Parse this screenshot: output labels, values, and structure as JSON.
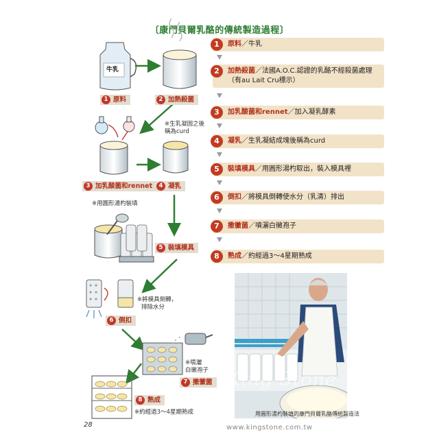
{
  "title": "〔康門貝爾乳酪的傳統製造過程〕",
  "labels": {
    "l1": {
      "n": "1",
      "t": "原料"
    },
    "l2": {
      "n": "2",
      "t": "加熱殺菌"
    },
    "l3": {
      "n": "3",
      "t": "加乳酸菌和rennet"
    },
    "l4": {
      "n": "4",
      "t": "凝乳"
    },
    "l5": {
      "n": "5",
      "t": "裝填模具"
    },
    "l6": {
      "n": "6",
      "t": "倒扣"
    },
    "l7": {
      "n": "7",
      "t": "撒黴菌"
    },
    "l8": {
      "n": "8",
      "t": "熟成"
    }
  },
  "milk_jug_text": "牛乳",
  "notes": {
    "curd_1": "※生乳凝固之後",
    "curd_2": "稱為curd",
    "ladle": "※用圓形湯杓裝填",
    "invert_1": "※將模具倒轉，",
    "invert_2": "排除水分",
    "spray_1": "※噴灑",
    "spray_2": "白黴孢子",
    "age": "※約經過3～4星期熟成"
  },
  "steps": [
    {
      "num": "1",
      "head": "原料",
      "text": "／牛乳"
    },
    {
      "num": "2",
      "head": "加熱殺菌",
      "text": "／法國A.O.C.認證的乳酪不經殺菌處理（有au Lait Cru標示）"
    },
    {
      "num": "3",
      "head": "加乳酸菌和rennet",
      "text": "／加入凝乳酵素"
    },
    {
      "num": "4",
      "head": "凝乳",
      "text": "／生乳凝結成塊後稱為curd"
    },
    {
      "num": "5",
      "head": "裝填模具",
      "text": "／用圓形湯杓取出，裝入模具裡"
    },
    {
      "num": "6",
      "head": "倒扣",
      "text": "／將模具倒轉使水分（乳清）排出"
    },
    {
      "num": "7",
      "head": "撒黴菌",
      "text": "／噴灑白黴孢子"
    },
    {
      "num": "8",
      "head": "熟成",
      "text": "／約經過3～4星期熟成"
    }
  ],
  "photo_caption": "用圓形湯杓裝填的康門貝爾乳酪傳統製造法",
  "page_number": "28",
  "watermark": "King Stone",
  "watermark_url": "www.kingstone.com.tw",
  "colors": {
    "green_arrow": "#2e7d32",
    "step_bg": "#f2e2c8",
    "number_circle": "#c23b22",
    "label_bg": "#e4ddcf"
  }
}
